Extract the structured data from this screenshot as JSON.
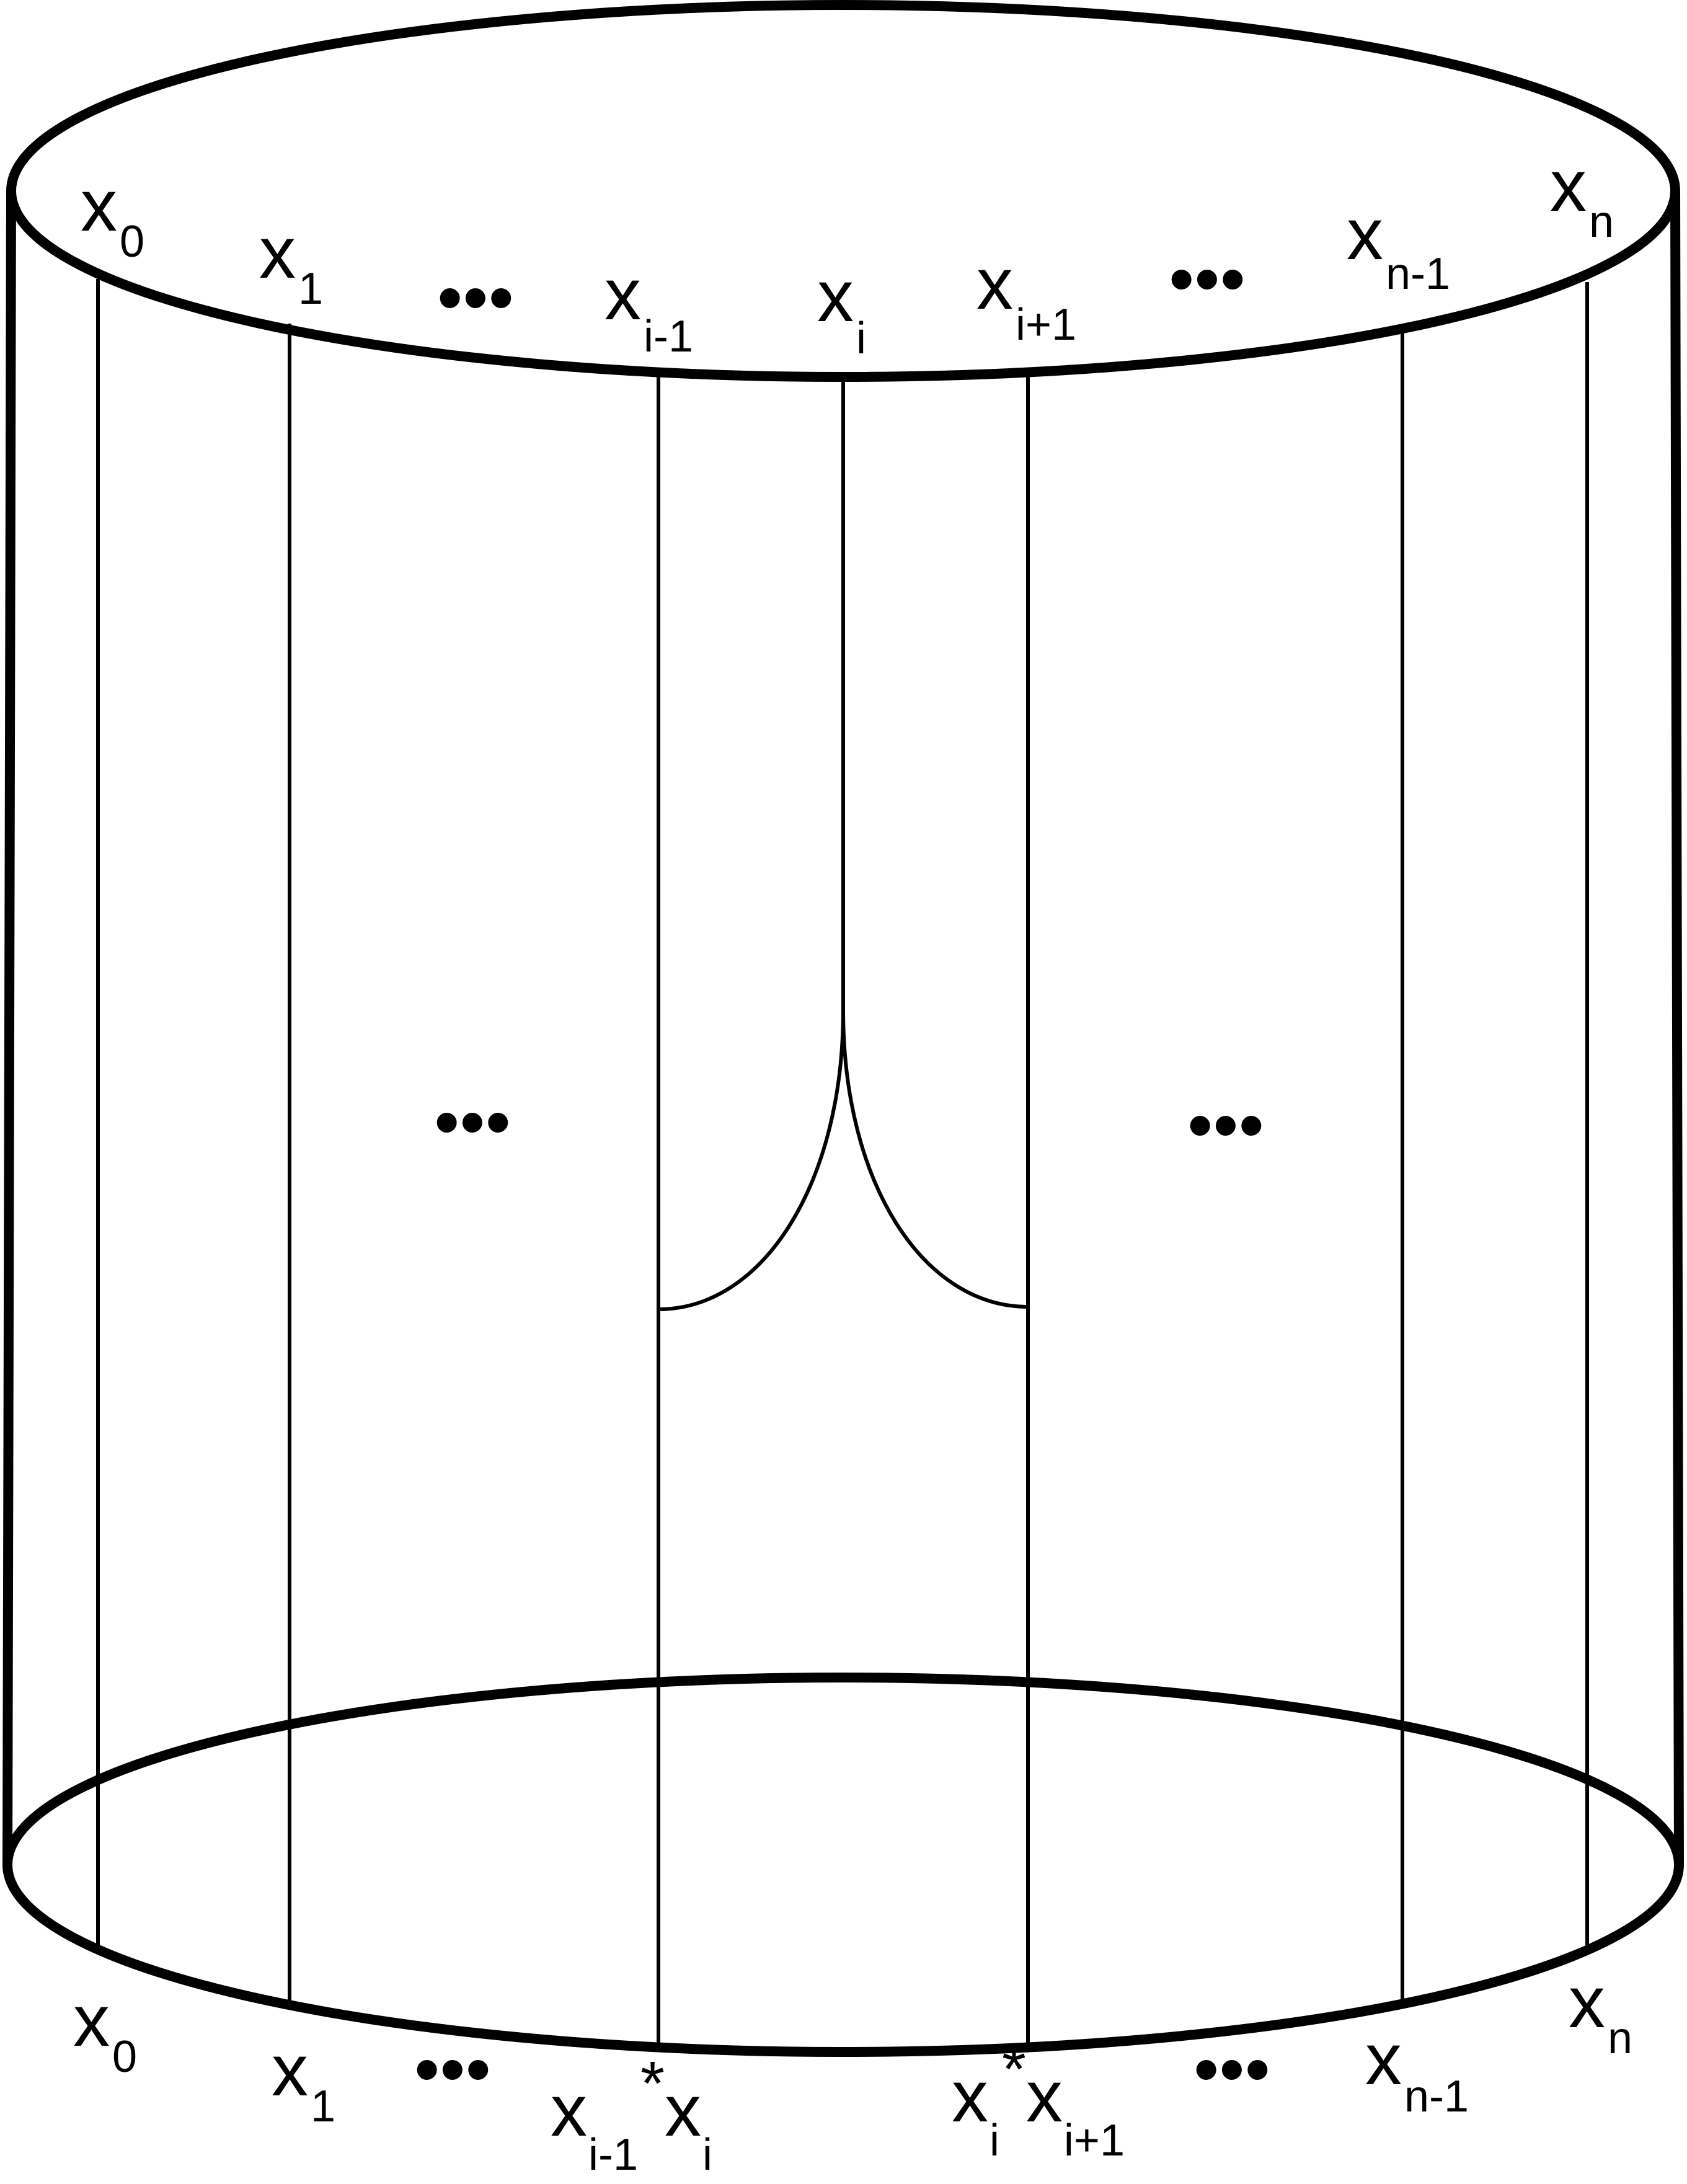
{
  "top_labels": [
    {
      "base": "x",
      "sub": "0"
    },
    {
      "base": "x",
      "sub": "1"
    },
    {
      "base": "x",
      "sub": "i-1"
    },
    {
      "base": "x",
      "sub": "i"
    },
    {
      "base": "x",
      "sub": "i+1"
    },
    {
      "base": "x",
      "sub": "n-1"
    },
    {
      "base": "x",
      "sub": "n"
    }
  ],
  "bottom_labels": [
    {
      "base": "x",
      "sub": "0"
    },
    {
      "base": "x",
      "sub": "1"
    },
    {
      "base": "x",
      "sub": "n-1"
    },
    {
      "base": "x",
      "sub": "n"
    }
  ],
  "bottom_products": [
    {
      "left_base": "x",
      "left_sub": "i-1",
      "op": "*",
      "right_base": "x",
      "right_sub": "i"
    },
    {
      "left_base": "x",
      "left_sub": "i",
      "op": "*",
      "right_base": "x",
      "right_sub": "i+1"
    }
  ],
  "ellipsis": "•••"
}
